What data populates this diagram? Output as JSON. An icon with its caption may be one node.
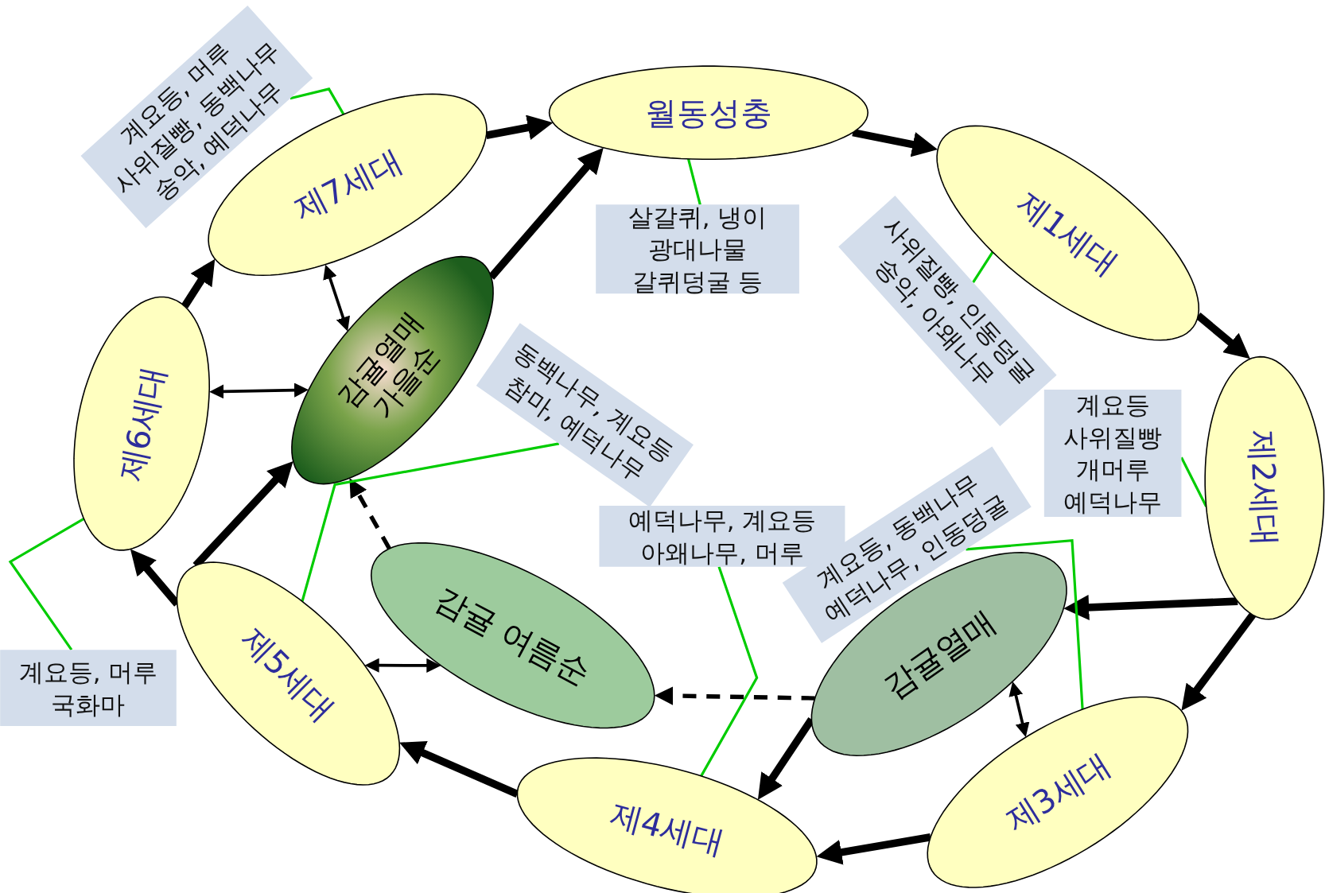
{
  "diagram": {
    "nodes": [
      {
        "text": [
          "월동성충"
        ]
      },
      {
        "text": [
          "제7세대"
        ]
      },
      {
        "text": [
          "제1세대"
        ]
      },
      {
        "text": [
          "감귤열매 가을순"
        ]
      },
      {
        "text": [
          "제6세대"
        ]
      },
      {
        "text": [
          "제2세대"
        ]
      },
      {
        "text": [
          "감귤 여름순"
        ]
      },
      {
        "text": [
          "감귤열매"
        ]
      },
      {
        "text": [
          "제5세대"
        ]
      },
      {
        "text": [
          "제3세대"
        ]
      },
      {
        "text": [
          "제4세대"
        ]
      },
      {
        "text": [
          "계요등, 머루 사위질빵, 동백나무 송악, 예덕나무"
        ]
      },
      {
        "text": [
          "살갈퀴, 냉이 광대나물 갈퀴덩굴 등"
        ]
      },
      {
        "text": [
          "사위질빵, 인동덩굴 송악, 아왜나무"
        ]
      },
      {
        "text": [
          "계요등 사위질빵 개머루 예덕나무"
        ]
      },
      {
        "text": [
          "동백나무, 계요등 참마, 예덕나무"
        ]
      },
      {
        "text": [
          "예덕나무, 계요등 아왜나무, 머루"
        ]
      },
      {
        "text": [
          "계요등, 동백나무 예덕나무, 인동덩굴"
        ]
      },
      {
        "text": [
          "계요등, 머루 국화마"
        ]
      }
    ],
    "edges": [
      {
        "from": 1,
        "to": 0,
        "arrow": "to"
      },
      {
        "from": 0,
        "to": 2,
        "arrow": "to"
      },
      {
        "from": 2,
        "to": 5,
        "arrow": "to"
      },
      {
        "from": 5,
        "to": 7,
        "arrow": "to"
      },
      {
        "from": 5,
        "to": 9,
        "arrow": "to"
      },
      {
        "from": 9,
        "to": 10,
        "arrow": "to"
      },
      {
        "from": 7,
        "to": 10,
        "arrow": "to"
      },
      {
        "from": 10,
        "to": 8,
        "arrow": "to"
      },
      {
        "from": 8,
        "to": 4,
        "arrow": "to"
      },
      {
        "from": 4,
        "to": 1,
        "arrow": "to"
      },
      {
        "from": 8,
        "to": 3,
        "arrow": "to"
      },
      {
        "from": 3,
        "to": 0,
        "arrow": "to"
      },
      {
        "from": 1,
        "to": 3,
        "arrow": "both"
      },
      {
        "from": 4,
        "to": 3,
        "arrow": "both"
      },
      {
        "from": 7,
        "to": 9,
        "arrow": "both"
      },
      {
        "from": 6,
        "to": 8,
        "arrow": "both"
      },
      {
        "from": 6,
        "to": 3,
        "arrow": "to",
        "style": "dashed"
      },
      {
        "from": 7,
        "to": 6,
        "arrow": "to",
        "style": "dashed"
      },
      {
        "from": 11,
        "to": 1,
        "arrow": "none",
        "color": "#00cc00"
      },
      {
        "from": 12,
        "to": 0,
        "arrow": "none",
        "color": "#00cc00"
      },
      {
        "from": 13,
        "to": 2,
        "arrow": "none",
        "color": "#00cc00"
      },
      {
        "from": 14,
        "to": 5,
        "arrow": "none",
        "color": "#00cc00"
      },
      {
        "from": 15,
        "to": 8,
        "arrow": "none",
        "color": "#00cc00"
      },
      {
        "from": 16,
        "to": 10,
        "arrow": "none",
        "color": "#00cc00"
      },
      {
        "from": 17,
        "to": 9,
        "arrow": "none",
        "color": "#00cc00"
      },
      {
        "from": 18,
        "to": 4,
        "arrow": "none",
        "color": "#00cc00"
      }
    ]
  }
}
